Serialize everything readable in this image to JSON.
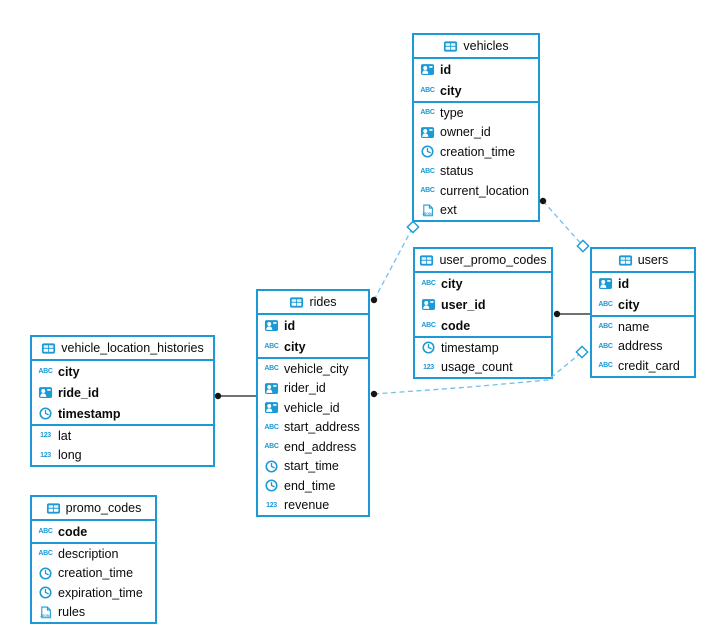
{
  "diagram": {
    "accent_color": "#1b9ad6",
    "relation_dash_color": "#74c0e9",
    "relation_solid_color": "#1c1c1e",
    "text_color": "#0a0a0a",
    "background": "#ffffff"
  },
  "icons": {
    "string_glyph": "ABC",
    "number_glyph": "123",
    "json_glyph": "JSON"
  },
  "tables": [
    {
      "name": "vehicles",
      "pk": [
        {
          "name": "id",
          "icon": "uuid-icon"
        },
        {
          "name": "city",
          "icon": "string-icon"
        }
      ],
      "columns": [
        {
          "name": "type",
          "icon": "string-icon"
        },
        {
          "name": "owner_id",
          "icon": "uuid-icon"
        },
        {
          "name": "creation_time",
          "icon": "timestamp-icon"
        },
        {
          "name": "status",
          "icon": "string-icon"
        },
        {
          "name": "current_location",
          "icon": "string-icon"
        },
        {
          "name": "ext",
          "icon": "json-icon"
        }
      ]
    },
    {
      "name": "user_promo_codes",
      "pk": [
        {
          "name": "city",
          "icon": "string-icon"
        },
        {
          "name": "user_id",
          "icon": "uuid-icon"
        },
        {
          "name": "code",
          "icon": "string-icon"
        }
      ],
      "columns": [
        {
          "name": "timestamp",
          "icon": "timestamp-icon"
        },
        {
          "name": "usage_count",
          "icon": "number-icon"
        }
      ]
    },
    {
      "name": "users",
      "pk": [
        {
          "name": "id",
          "icon": "uuid-icon"
        },
        {
          "name": "city",
          "icon": "string-icon"
        }
      ],
      "columns": [
        {
          "name": "name",
          "icon": "string-icon"
        },
        {
          "name": "address",
          "icon": "string-icon"
        },
        {
          "name": "credit_card",
          "icon": "string-icon"
        }
      ]
    },
    {
      "name": "rides",
      "pk": [
        {
          "name": "id",
          "icon": "uuid-icon"
        },
        {
          "name": "city",
          "icon": "string-icon"
        }
      ],
      "columns": [
        {
          "name": "vehicle_city",
          "icon": "string-icon"
        },
        {
          "name": "rider_id",
          "icon": "uuid-icon"
        },
        {
          "name": "vehicle_id",
          "icon": "uuid-icon"
        },
        {
          "name": "start_address",
          "icon": "string-icon"
        },
        {
          "name": "end_address",
          "icon": "string-icon"
        },
        {
          "name": "start_time",
          "icon": "timestamp-icon"
        },
        {
          "name": "end_time",
          "icon": "timestamp-icon"
        },
        {
          "name": "revenue",
          "icon": "number-icon"
        }
      ]
    },
    {
      "name": "vehicle_location_histories",
      "pk": [
        {
          "name": "city",
          "icon": "string-icon"
        },
        {
          "name": "ride_id",
          "icon": "uuid-icon"
        },
        {
          "name": "timestamp",
          "icon": "timestamp-icon"
        }
      ],
      "columns": [
        {
          "name": "lat",
          "icon": "number-icon"
        },
        {
          "name": "long",
          "icon": "number-icon"
        }
      ]
    },
    {
      "name": "promo_codes",
      "pk": [
        {
          "name": "code",
          "icon": "string-icon"
        }
      ],
      "columns": [
        {
          "name": "description",
          "icon": "string-icon"
        },
        {
          "name": "creation_time",
          "icon": "timestamp-icon"
        },
        {
          "name": "expiration_time",
          "icon": "timestamp-icon"
        },
        {
          "name": "rules",
          "icon": "json-icon"
        }
      ]
    }
  ],
  "connections": [
    {
      "from": "rides",
      "to": "vehicles",
      "from_marker": "dot",
      "to_marker": "diamond",
      "style": "dashed"
    },
    {
      "from": "vehicles",
      "to": "users",
      "from_marker": "dot",
      "to_marker": "diamond",
      "style": "dashed"
    },
    {
      "from": "user_promo_codes",
      "to": "users",
      "from_marker": "dot",
      "to_marker": "none",
      "style": "solid"
    },
    {
      "from": "rides",
      "to": "users",
      "from_marker": "dot",
      "to_marker": "diamond",
      "style": "dashed"
    },
    {
      "from": "vehicle_location_histories",
      "to": "rides",
      "from_marker": "dot",
      "to_marker": "none",
      "style": "solid"
    }
  ]
}
